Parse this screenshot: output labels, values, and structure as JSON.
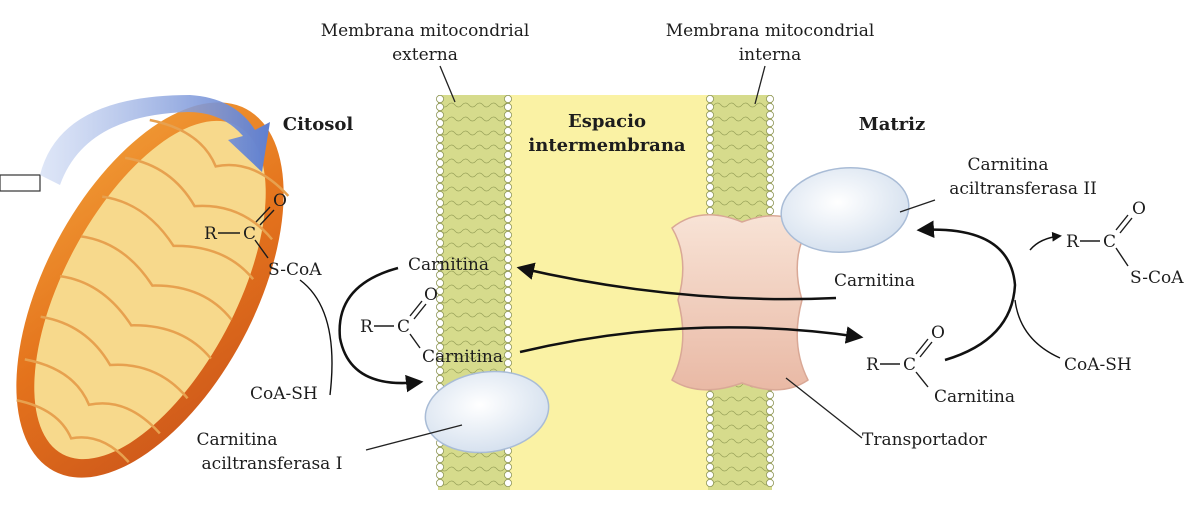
{
  "labels": {
    "outer_membrane_line1": "Membrana mitocondrial",
    "outer_membrane_line2": "externa",
    "inner_membrane_line1": "Membrana mitocondrial",
    "inner_membrane_line2": "interna",
    "cytosol": "Citosol",
    "intermembrane_line1": "Espacio",
    "intermembrane_line2": "intermembrana",
    "matrix": "Matriz",
    "cat1_line1": "Carnitina",
    "cat1_line2": "aciltransferasa I",
    "cat2_line1": "Carnitina",
    "cat2_line2": "aciltransferasa II",
    "transporter": "Transportador"
  },
  "chem": {
    "r": "R",
    "c": "C",
    "o": "O",
    "s_coa": "S-CoA",
    "coa_sh": "CoA-SH",
    "carnitine": "Carnitina",
    "acyl_carnitine": "Carnitina"
  },
  "colors": {
    "membrane": "#d6db8c",
    "intermembrane_space": "#faf2a4",
    "enzyme": "#dfe8f3",
    "transporter": "#f4d6c9",
    "arrow_blue": "#6f8fd6",
    "mito_outer": "#e2781e",
    "mito_inner": "#f7d98c"
  }
}
